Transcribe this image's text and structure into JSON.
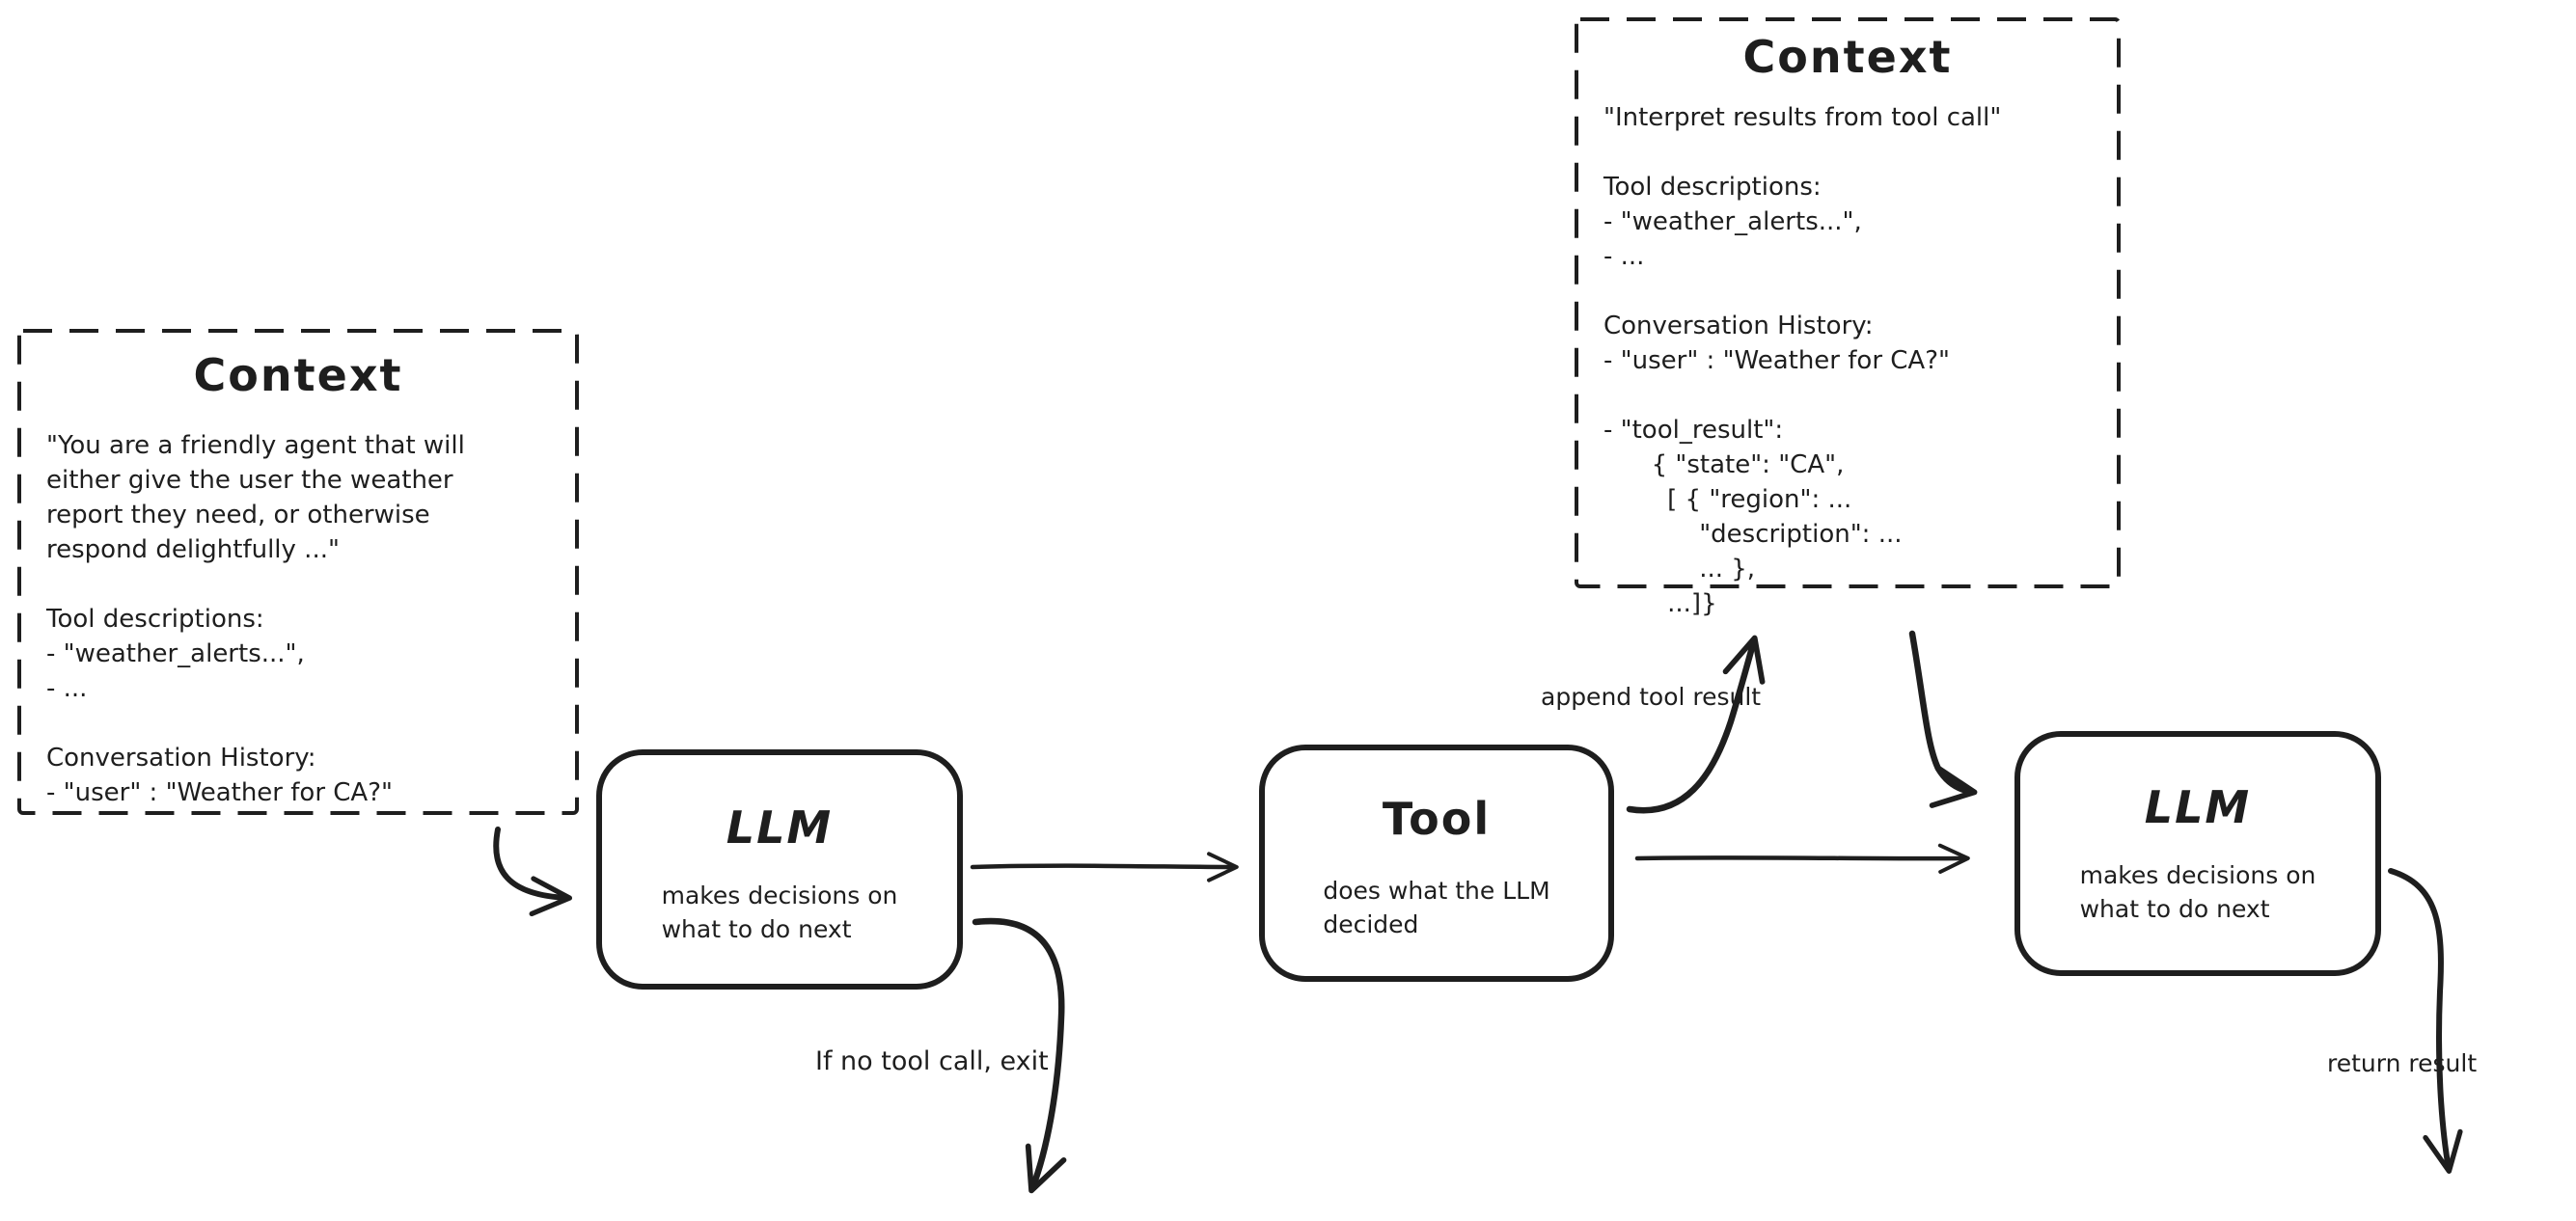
{
  "context_left": {
    "title": "Context",
    "lines": [
      "\"You are a friendly agent that will",
      "either give the user the weather",
      "report they need, or otherwise",
      "respond delightfully ...\"",
      "",
      "Tool descriptions:",
      "- \"weather_alerts...\",",
      "- ...",
      "",
      "Conversation History:",
      "- \"user\" : \"Weather for CA?\""
    ]
  },
  "llm_1": {
    "title": "LLM",
    "subtitle": [
      "makes decisions on",
      "what to do next"
    ]
  },
  "tool": {
    "title": "Tool",
    "subtitle": [
      "does what the LLM",
      "decided"
    ]
  },
  "context_right": {
    "title": "Context",
    "lines": [
      "\"Interpret results from tool call\"",
      "",
      "Tool descriptions:",
      "- \"weather_alerts...\",",
      "- ...",
      "",
      "Conversation History:",
      "- \"user\" : \"Weather for CA?\"",
      "",
      "- \"tool_result\":",
      "      { \"state\": \"CA\",",
      "        [ { \"region\": ...",
      "            \"description\": ...",
      "            ... },",
      "        ...]}"
    ]
  },
  "llm_2": {
    "title": "LLM",
    "subtitle": [
      "makes decisions on",
      "what to do next"
    ]
  },
  "labels": {
    "append_tool_result": "append tool result",
    "if_no_tool_call": "If no tool call, exit",
    "return_result": "return result"
  },
  "colors": {
    "ink": "#1e1e1e",
    "background": "#ffffff"
  }
}
